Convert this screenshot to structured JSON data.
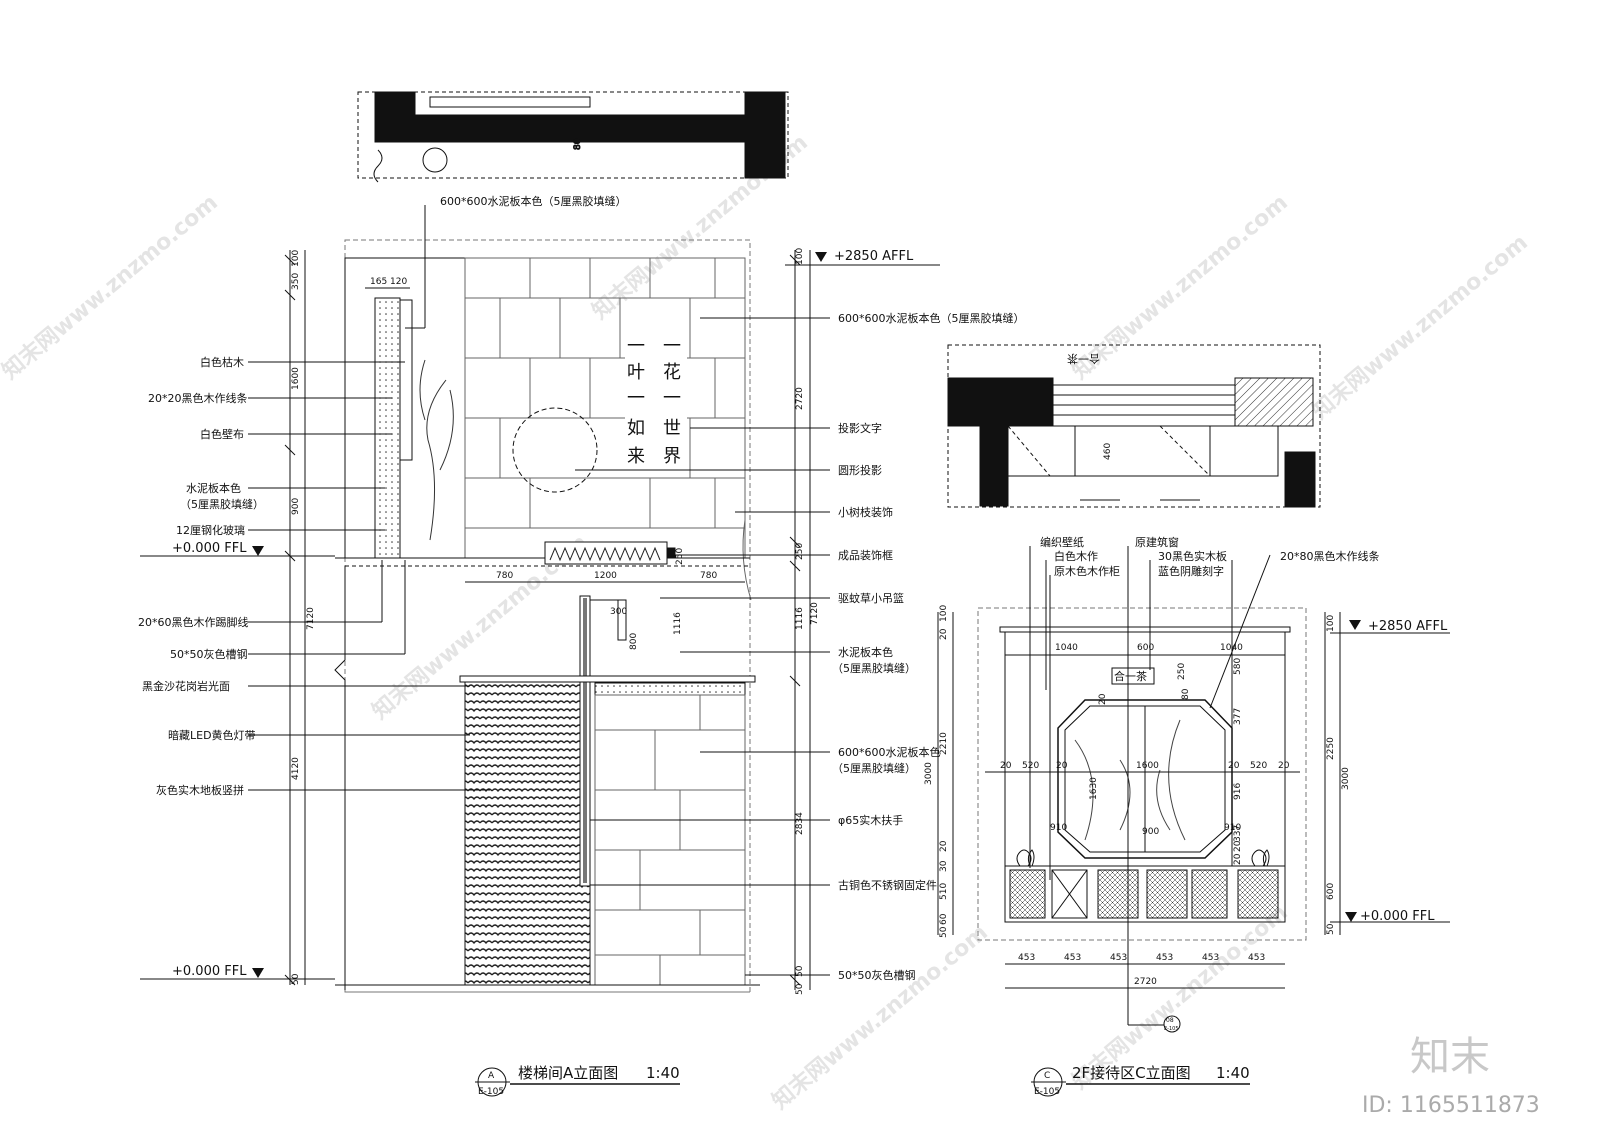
{
  "watermark": "知末网www.znzmo.com",
  "brand": {
    "mark": "知末",
    "id": "ID: 1165511873"
  },
  "elevationA": {
    "top_note": "600*600水泥板本色（5厘黑胶填缝）",
    "level_top": "+2850 AFFL",
    "level_mid": "+0.000 FFL",
    "level_bottom": "+0.000 FFL",
    "left_labels": [
      "白色枯木",
      "20*20黑色木作线条",
      "白色壁布",
      "水泥板本色",
      "（5厘黑胶填缝）",
      "12厘钢化玻璃",
      "20*60黑色木作踢脚线",
      "50*50灰色槽钢",
      "黑金沙花岗岩光面",
      "暗藏LED黄色灯带",
      "灰色实木地板竖拼"
    ],
    "right_labels": [
      "600*600水泥板本色（5厘黑胶填缝）",
      "投影文字",
      "圆形投影",
      "小树枝装饰",
      "成品装饰框",
      "驱蚊草小吊篮",
      "水泥板本色",
      "（5厘黑胶填缝）",
      "600*600水泥板本色",
      "（5厘黑胶填缝）",
      "φ65实木扶手",
      "古铜色不锈钢固定件",
      "50*50灰色槽钢"
    ],
    "poem_col1": [
      "一",
      "花",
      "一",
      "世",
      "界"
    ],
    "poem_col2": [
      "一",
      "叶",
      "一",
      "如",
      "来"
    ],
    "dims_left": [
      "100",
      "350",
      "1600",
      "900",
      "7120",
      "4120",
      "50"
    ],
    "dims_right": [
      "100",
      "2720",
      "250",
      "1116",
      "2834",
      "7120",
      "50",
      "50"
    ],
    "dims_top": [
      "165",
      "120"
    ],
    "dims_inner": [
      "780",
      "1200",
      "780",
      "250",
      "300",
      "800",
      "1116"
    ],
    "plan_dim": "80",
    "tag_letter": "A",
    "tag_sheet": "E-105",
    "title": "楼梯间A立面图",
    "scale": "1:40"
  },
  "elevationC": {
    "top_labels": [
      "编织壁纸",
      "白色木作",
      "原木色木作柜",
      "原建筑窗",
      "30黑色实木板",
      "蓝色阴雕刻字",
      "20*80黑色木作线条"
    ],
    "level_top": "+2850 AFFL",
    "level_bottom": "+0.000 FFL",
    "sign_text": "合一茶",
    "plan_text": "合一茶",
    "plan_dim": "460",
    "dims_top": [
      "1040",
      "600",
      "1040"
    ],
    "dims_mid": [
      "20",
      "520",
      "20",
      "1600",
      "20",
      "520",
      "20"
    ],
    "dims_misc": [
      "250",
      "80",
      "580",
      "20",
      "377",
      "916",
      "910",
      "910",
      "900",
      "1630",
      "20",
      "337",
      "20"
    ],
    "dims_left": [
      "100",
      "20",
      "2210",
      "3000",
      "20",
      "30",
      "510",
      "60",
      "50"
    ],
    "dims_right": [
      "100",
      "2250",
      "3000",
      "600",
      "50"
    ],
    "dims_bottom": [
      "453",
      "453",
      "453",
      "453",
      "453",
      "453"
    ],
    "total_width": "2720",
    "section_mark": "08",
    "section_sheet": "E-105",
    "tag_letter": "C",
    "tag_sheet": "E-105",
    "title": "2F接待区C立面图",
    "scale": "1:40"
  }
}
